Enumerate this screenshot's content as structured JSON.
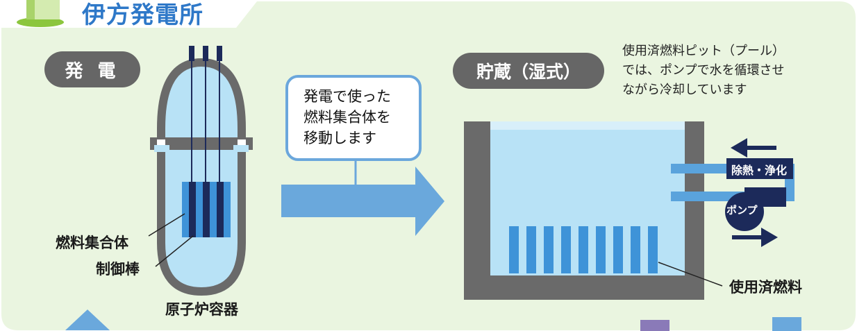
{
  "header": {
    "title": "伊方発電所"
  },
  "sections": {
    "power_generation": "発 電",
    "storage_wet": "貯蔵（湿式）"
  },
  "callout": {
    "lines": [
      "発電で使った",
      "燃料集合体を",
      "移動します"
    ]
  },
  "reactor_labels": {
    "fuel_assembly": "燃料集合体",
    "control_rod": "制御棒",
    "reactor_vessel": "原子炉容器"
  },
  "pool_note": {
    "lines": [
      "使用済燃料ピット（プール）",
      "では、ポンプで水を循環させ",
      "ながら冷却しています"
    ]
  },
  "pool_labels": {
    "heat_removal": "除熱・浄化",
    "pump": "ポンプ",
    "spent_fuel": "使用済燃料"
  },
  "colors": {
    "background": "#eaf5e0",
    "water": "#b8e2f6",
    "fuel_blue": "#3e93d8",
    "rod_navy": "#1c2a5a",
    "wall_gray": "#6a6a6a",
    "arrow_blue": "#6aa8dc",
    "title_blue": "#2e78c8"
  }
}
